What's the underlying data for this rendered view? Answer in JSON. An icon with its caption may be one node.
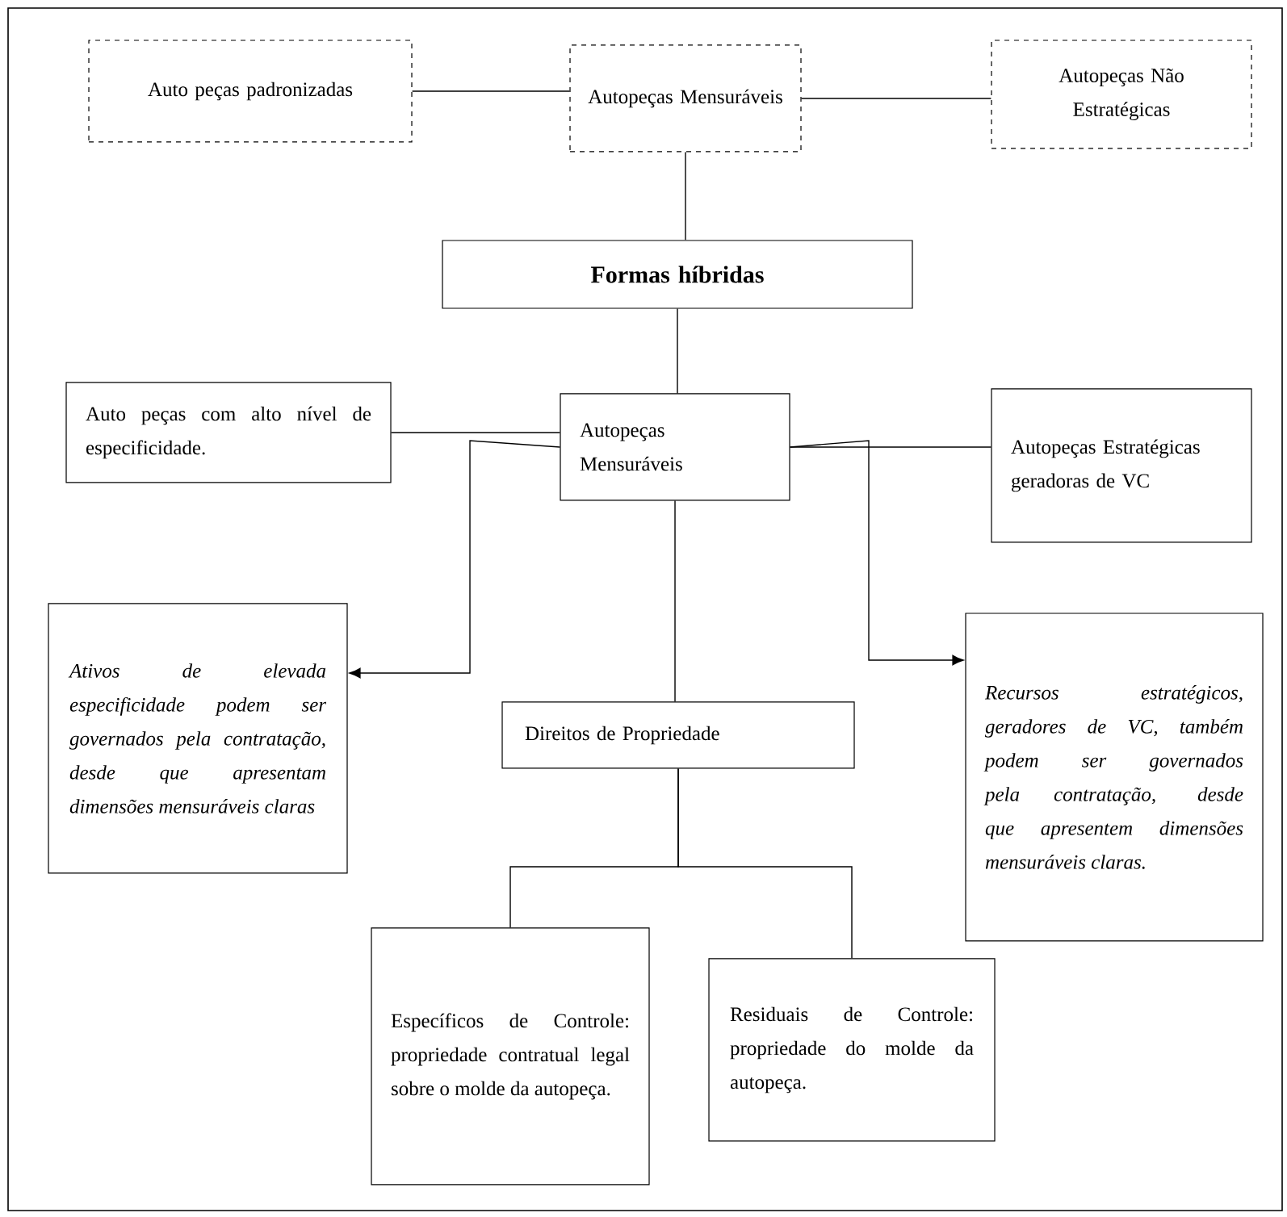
{
  "diagram": {
    "nodes": [
      {
        "text": [
          "Auto peças padronizadas"
        ]
      },
      {
        "text": [
          "Autopeças Mensuráveis"
        ]
      },
      {
        "text": [
          "Autopeças Não Estratégicas"
        ]
      },
      {
        "text": [
          "Formas híbridas"
        ]
      },
      {
        "text": [
          "Auto peças com alto nível de especificidade."
        ]
      },
      {
        "text": [
          "Autopeças Mensuráveis"
        ]
      },
      {
        "text": [
          "Autopeças Estratégicas geradoras de VC"
        ]
      },
      {
        "text": [
          "Ativos de elevada especificidade podem ser governados pela contratação, desde que apresentam dimensões mensuráveis claras"
        ]
      },
      {
        "text": [
          "Recursos estratégicos, geradores de VC, também podem ser governados pela contratação, desde que apresentem dimensões mensuráveis claras."
        ]
      },
      {
        "text": [
          "Direitos de Propriedade"
        ]
      },
      {
        "text": [
          "Específicos de Controle: propriedade contratual legal sobre o molde da autopeça."
        ]
      },
      {
        "text": [
          "Residuais de Controle: propriedade do molde da autopeça."
        ]
      }
    ],
    "edges": [
      {
        "from": 0,
        "to": 1,
        "arrow": "none"
      },
      {
        "from": 1,
        "to": 2,
        "arrow": "none"
      },
      {
        "from": 1,
        "to": 3,
        "arrow": "none"
      },
      {
        "from": 3,
        "to": 5,
        "arrow": "none"
      },
      {
        "from": 4,
        "to": 5,
        "arrow": "none"
      },
      {
        "from": 5,
        "to": 6,
        "arrow": "none"
      },
      {
        "from": 5,
        "to": 7,
        "arrow": "to"
      },
      {
        "from": 5,
        "to": 8,
        "arrow": "to"
      },
      {
        "from": 5,
        "to": 9,
        "arrow": "none"
      },
      {
        "from": 9,
        "to": 10,
        "arrow": "none"
      },
      {
        "from": 9,
        "to": 11,
        "arrow": "none"
      }
    ]
  }
}
